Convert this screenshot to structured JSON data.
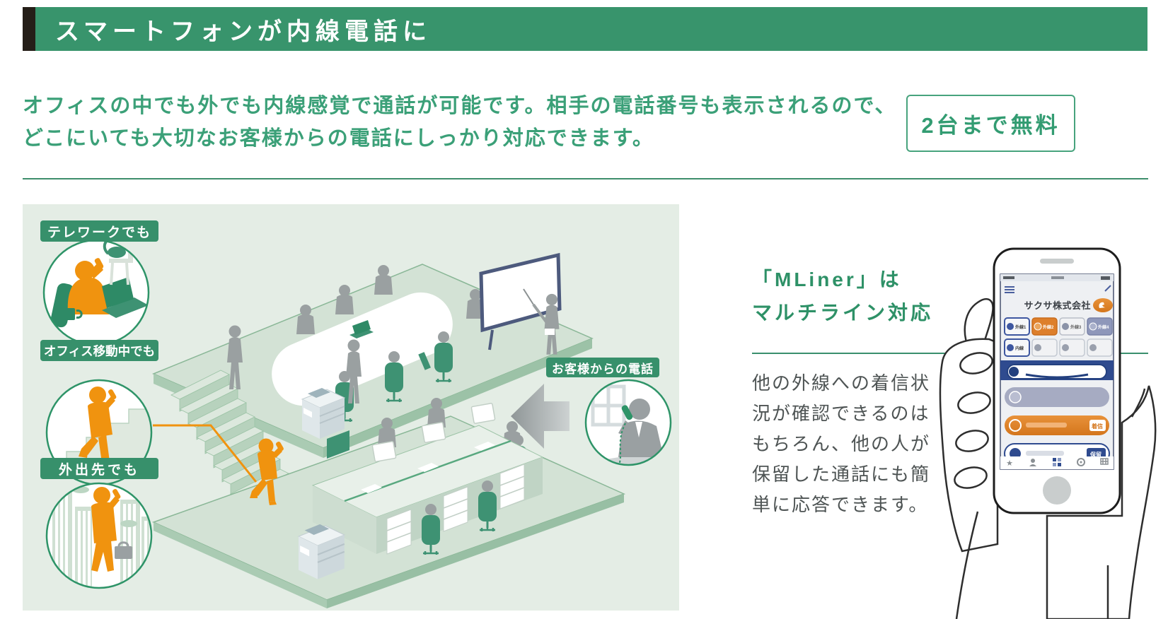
{
  "header": {
    "title": "スマートフォンが内線電話に"
  },
  "intro": {
    "line1": "オフィスの中でも外でも内線感覚で通話が可能です。相手の電話番号も表示されるので、",
    "line2": "どこにいても大切なお客様からの電話にしっかり対応できます。",
    "free_badge": "2台まで無料"
  },
  "illustration": {
    "badges": {
      "telework": "テレワークでも",
      "moving": "オフィス移動中でも",
      "out": "外出先でも",
      "customer": "お客様からの電話"
    },
    "colors": {
      "panel_bg": "#e4ede5",
      "accent_orange": "#f0930f",
      "accent_green": "#3e9273"
    }
  },
  "right_column": {
    "heading_line1": "「MLiner」は",
    "heading_line2": "マルチライン対応",
    "body_lines": [
      "他の外線への着信状",
      "況が確認できるのは",
      "もちろん、他の人が",
      "保留した通話にも簡",
      "単に応答できます。"
    ],
    "phone_app": {
      "company": "サクサ株式会社",
      "line_buttons_row1": [
        "外線1",
        "外線2",
        "外線3",
        "外線4"
      ],
      "line_button_row2_first": "内線",
      "incoming_badge": "着信",
      "hold_badge": "保留"
    }
  }
}
